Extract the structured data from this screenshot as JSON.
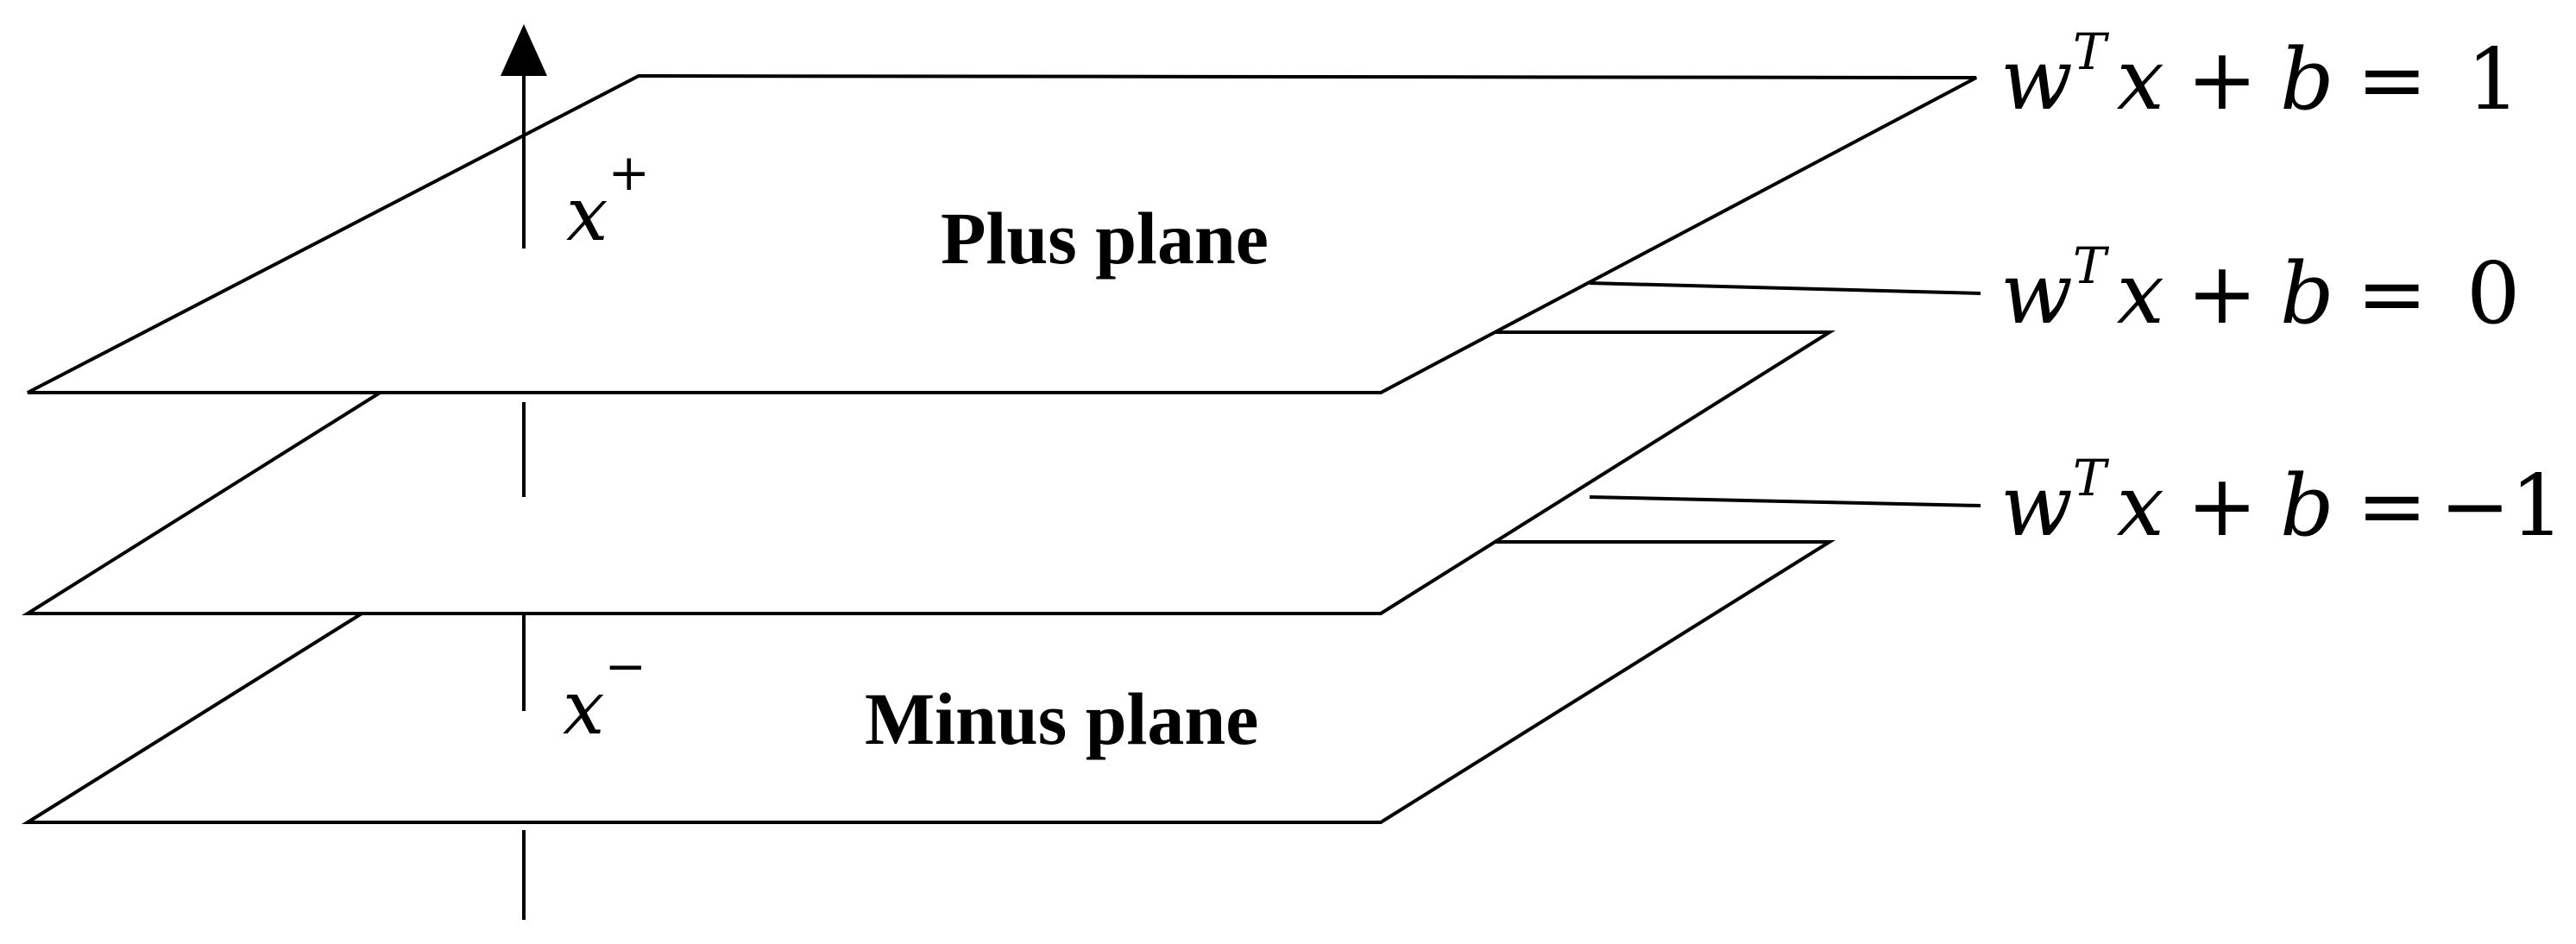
{
  "planes": {
    "plus": {
      "label": "Plus plane",
      "equation": {
        "w": "w",
        "sup": "T",
        "x": "x",
        "plus": "+",
        "b": "b",
        "eq": "=",
        "rhs": " 1"
      }
    },
    "middle": {
      "equation": {
        "w": "w",
        "sup": "T",
        "x": "x",
        "plus": "+",
        "b": "b",
        "eq": "=",
        "rhs": " 0"
      }
    },
    "minus": {
      "label": "Minus plane",
      "equation": {
        "w": "w",
        "sup": "T",
        "x": "x",
        "plus": "+",
        "b": "b",
        "eq": "=",
        "rhs": "−1"
      }
    }
  },
  "points": {
    "x_plus": {
      "base": "x",
      "sup": "+"
    },
    "x_minus": {
      "base": "x",
      "sup": "−"
    }
  },
  "colors": {
    "stroke": "#000000",
    "background": "#ffffff"
  }
}
